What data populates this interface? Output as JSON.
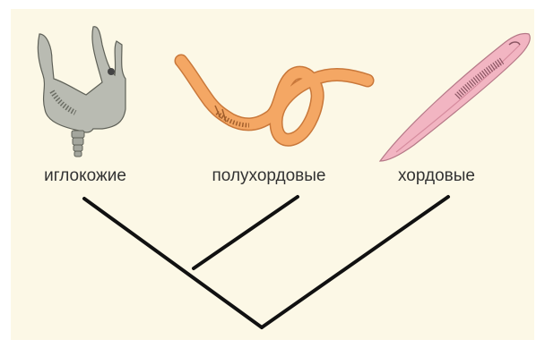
{
  "taxa": [
    {
      "label": "иглокожие"
    },
    {
      "label": "полухордовые"
    },
    {
      "label": "хордовые"
    }
  ],
  "colors": {
    "background": "#fcf8e6",
    "echinoderm": "#b9bbb2",
    "hemichordate": "#f4a764",
    "chordate": "#f2b5c2",
    "tree": "#111111"
  },
  "icons": [
    "sea-lily-icon",
    "acorn-worm-icon",
    "lancelet-icon"
  ]
}
